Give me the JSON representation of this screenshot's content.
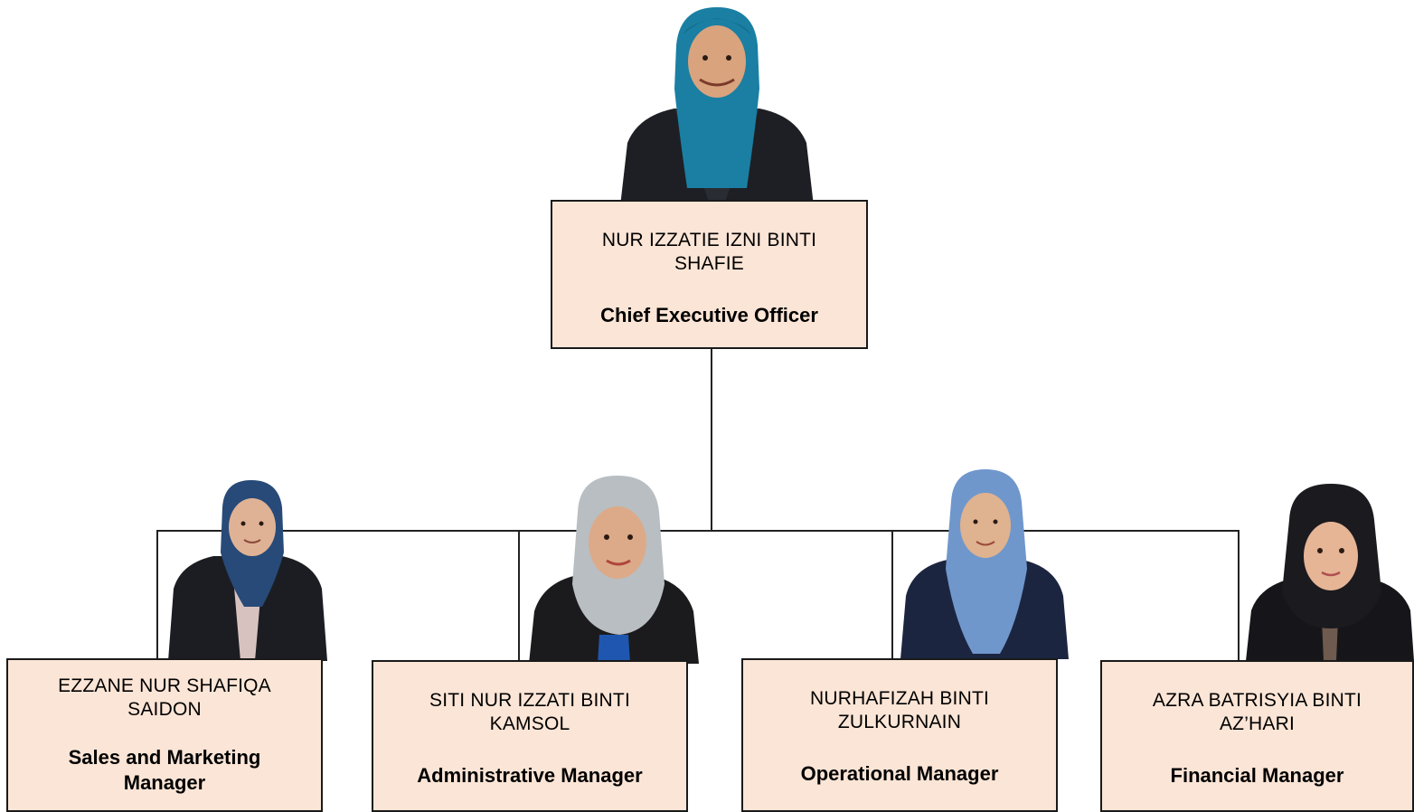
{
  "colors": {
    "box_fill": "#fbe5d6",
    "box_border": "#1a1a1a",
    "connector": "#222222"
  },
  "ceo": {
    "photo_icon": "person-photo-teal-hijab",
    "name": "NUR IZZATIE IZNI BINTI\nSHAFIE",
    "role": "Chief Executive Officer"
  },
  "managers": [
    {
      "photo_icon": "person-photo-navy-hijab",
      "name": "EZZANE NUR SHAFIQA\nSAIDON",
      "role": "Sales and Marketing\nManager"
    },
    {
      "photo_icon": "person-photo-grey-hijab",
      "name": "SITI NUR IZZATI BINTI\nKAMSOL",
      "role": "Administrative Manager"
    },
    {
      "photo_icon": "person-photo-blue-hijab",
      "name": "NURHAFIZAH BINTI\nZULKURNAIN",
      "role": "Operational Manager"
    },
    {
      "photo_icon": "person-photo-black-hijab",
      "name": "AZRA BATRISYIA BINTI\nAZ’HARI",
      "role": "Financial Manager"
    }
  ]
}
